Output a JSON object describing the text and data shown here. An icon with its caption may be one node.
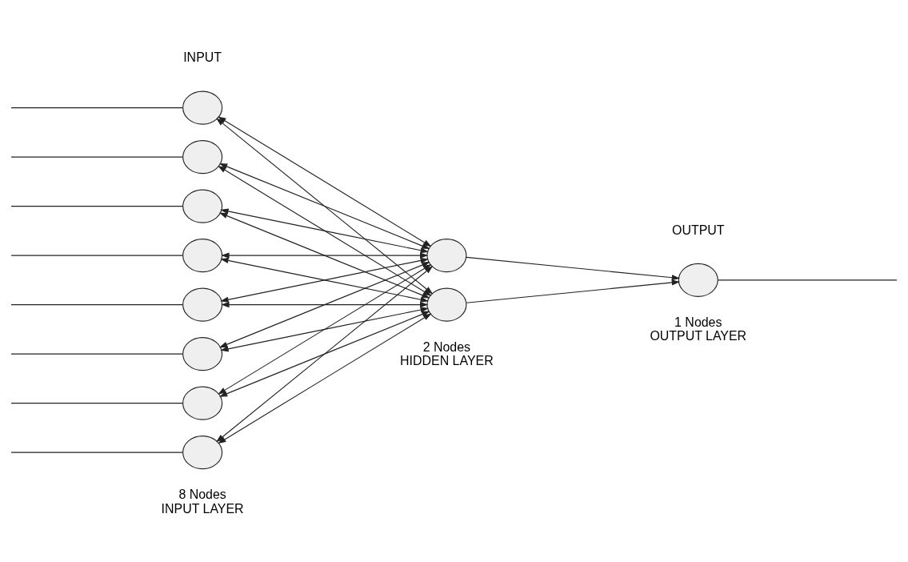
{
  "diagram": {
    "nodes": [
      {
        "text": [],
        "shape": "circle"
      },
      {
        "text": [],
        "shape": "circle"
      },
      {
        "text": [],
        "shape": "circle"
      },
      {
        "text": [],
        "shape": "circle"
      },
      {
        "text": [],
        "shape": "circle"
      },
      {
        "text": [],
        "shape": "circle"
      },
      {
        "text": [],
        "shape": "circle"
      },
      {
        "text": [],
        "shape": "circle"
      },
      {
        "text": [],
        "shape": "circle"
      },
      {
        "text": [],
        "shape": "circle"
      },
      {
        "text": [],
        "shape": "circle"
      }
    ],
    "edges": [
      {
        "from": null,
        "to": 0,
        "arrow": "none"
      },
      {
        "from": null,
        "to": 1,
        "arrow": "none"
      },
      {
        "from": null,
        "to": 2,
        "arrow": "none"
      },
      {
        "from": null,
        "to": 3,
        "arrow": "none"
      },
      {
        "from": null,
        "to": 4,
        "arrow": "none"
      },
      {
        "from": null,
        "to": 5,
        "arrow": "none"
      },
      {
        "from": null,
        "to": 6,
        "arrow": "none"
      },
      {
        "from": null,
        "to": 7,
        "arrow": "none"
      },
      {
        "from": 0,
        "to": 8,
        "arrow": "both"
      },
      {
        "from": 0,
        "to": 9,
        "arrow": "both"
      },
      {
        "from": 1,
        "to": 8,
        "arrow": "both"
      },
      {
        "from": 1,
        "to": 9,
        "arrow": "both"
      },
      {
        "from": 2,
        "to": 8,
        "arrow": "both"
      },
      {
        "from": 2,
        "to": 9,
        "arrow": "both"
      },
      {
        "from": 3,
        "to": 8,
        "arrow": "both"
      },
      {
        "from": 3,
        "to": 9,
        "arrow": "both"
      },
      {
        "from": 4,
        "to": 8,
        "arrow": "both"
      },
      {
        "from": 4,
        "to": 9,
        "arrow": "both"
      },
      {
        "from": 5,
        "to": 8,
        "arrow": "both"
      },
      {
        "from": 5,
        "to": 9,
        "arrow": "both"
      },
      {
        "from": 6,
        "to": 8,
        "arrow": "both"
      },
      {
        "from": 6,
        "to": 9,
        "arrow": "both"
      },
      {
        "from": 7,
        "to": 8,
        "arrow": "both"
      },
      {
        "from": 7,
        "to": 9,
        "arrow": "both"
      },
      {
        "from": 8,
        "to": 10,
        "arrow": "to"
      },
      {
        "from": 9,
        "to": 10,
        "arrow": "to"
      },
      {
        "from": 10,
        "to": null,
        "arrow": "none"
      }
    ],
    "labels": [
      "INPUT",
      "8 Nodes INPUT LAYER",
      "2 Nodes HIDDEN LAYER",
      "OUTPUT",
      "1 Nodes OUTPUT LAYER"
    ]
  }
}
